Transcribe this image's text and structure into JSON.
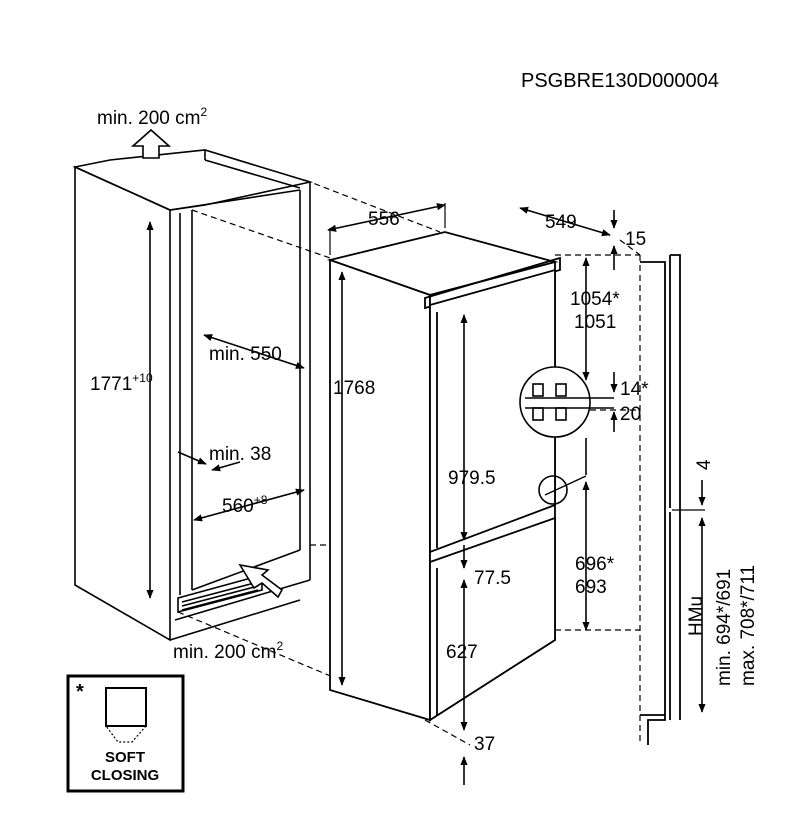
{
  "code": "PSGBRE130D000004",
  "top_vent": {
    "prefix": "min. 200 cm",
    "sup": "2"
  },
  "bottom_vent": {
    "prefix": "min. 200 cm",
    "sup": "2"
  },
  "niche": {
    "height_base": "1771",
    "height_sup": "+10",
    "depth_label": "min. 550",
    "gap_label": "min. 38",
    "width_base": "560",
    "width_sup": "+8"
  },
  "appliance": {
    "width": "556",
    "depth": "549",
    "top_gap": "15",
    "height": "1768",
    "upper_door_height": "979.5",
    "door_gap": "77.5",
    "lower_door_height": "627",
    "bottom_gap": "37"
  },
  "hinge": {
    "upper_a": "1054*",
    "upper_b": "1051",
    "gap_a": "14*",
    "gap_b": "20",
    "lower_a": "696*",
    "lower_b": "693"
  },
  "door_panel": {
    "offset": "4",
    "hmu": "HMu",
    "min": "min. 694*/691",
    "max": "max. 708*/711"
  },
  "badge": {
    "star": "*",
    "line1": "SOFT",
    "line2": "CLOSING"
  }
}
